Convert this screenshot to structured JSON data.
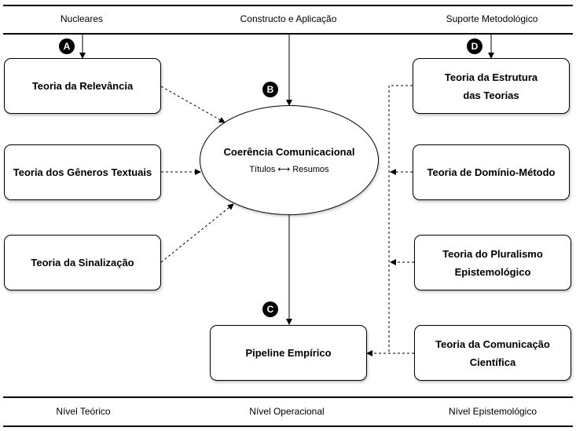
{
  "header": {
    "col1": "Nucleares",
    "col2": "Constructo e Aplicação",
    "col3": "Suporte Metodológico"
  },
  "footer": {
    "col1": "Nível Teórico",
    "col2": "Nível Operacional",
    "col3": "Nível Epistemológico"
  },
  "badges": {
    "a": "A",
    "b": "B",
    "c": "C",
    "d": "D"
  },
  "left_boxes": {
    "relevancia": "Teoria da Relevância",
    "generos": "Teoria dos Gêneros Textuais",
    "sinalizacao": "Teoria da Sinalização"
  },
  "center": {
    "title": "Coerência Comunicacional",
    "subtitle": "Títulos ⟷ Resumos",
    "pipeline": "Pipeline Empírico"
  },
  "right_boxes": {
    "estrutura_l1": "Teoria da Estrutura",
    "estrutura_l2": "das Teorias",
    "dominio": "Teoria de Domínio-Método",
    "pluralismo_l1": "Teoria do Pluralismo",
    "pluralismo_l2": "Epistemológico",
    "comunicacao_l1": "Teoria da Comunicação",
    "comunicacao_l2": "Científica"
  }
}
